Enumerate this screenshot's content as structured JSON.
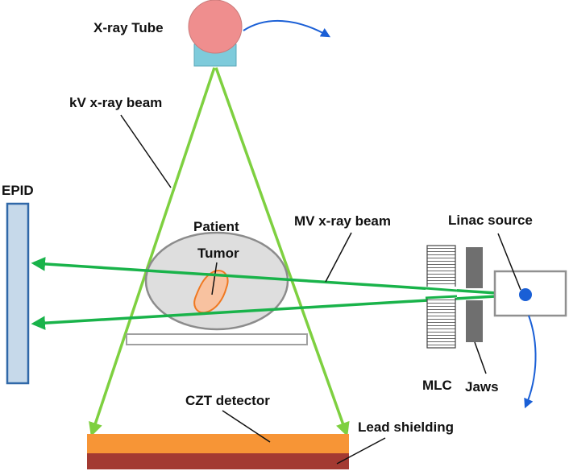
{
  "labels": {
    "xray_tube": "X-ray Tube",
    "kv_beam": "kV x-ray beam",
    "epid": "EPID",
    "patient": "Patient",
    "tumor": "Tumor",
    "mv_beam": "MV x-ray beam",
    "linac_source": "Linac source",
    "mlc": "MLC",
    "jaws": "Jaws",
    "czt_detector": "CZT detector",
    "lead_shielding": "Lead shielding"
  },
  "colors": {
    "xray_tube_fill": "#ef8e8e",
    "tube_mount_fill": "#7ecbdb",
    "kv_beam": "#7ed040",
    "mv_beam": "#19b34a",
    "epid_fill": "#c6d9ea",
    "epid_stroke": "#3068a8",
    "patient_fill": "#dedede",
    "tumor_fill": "#f8c2a0",
    "tumor_stroke": "#f07820",
    "rotation_arrow": "#1a5fd6",
    "linac_source_dot": "#1a5fd6",
    "jaws_fill": "#6f6f6f",
    "czt_fill": "#f79536",
    "lead_fill": "#a33a32"
  }
}
